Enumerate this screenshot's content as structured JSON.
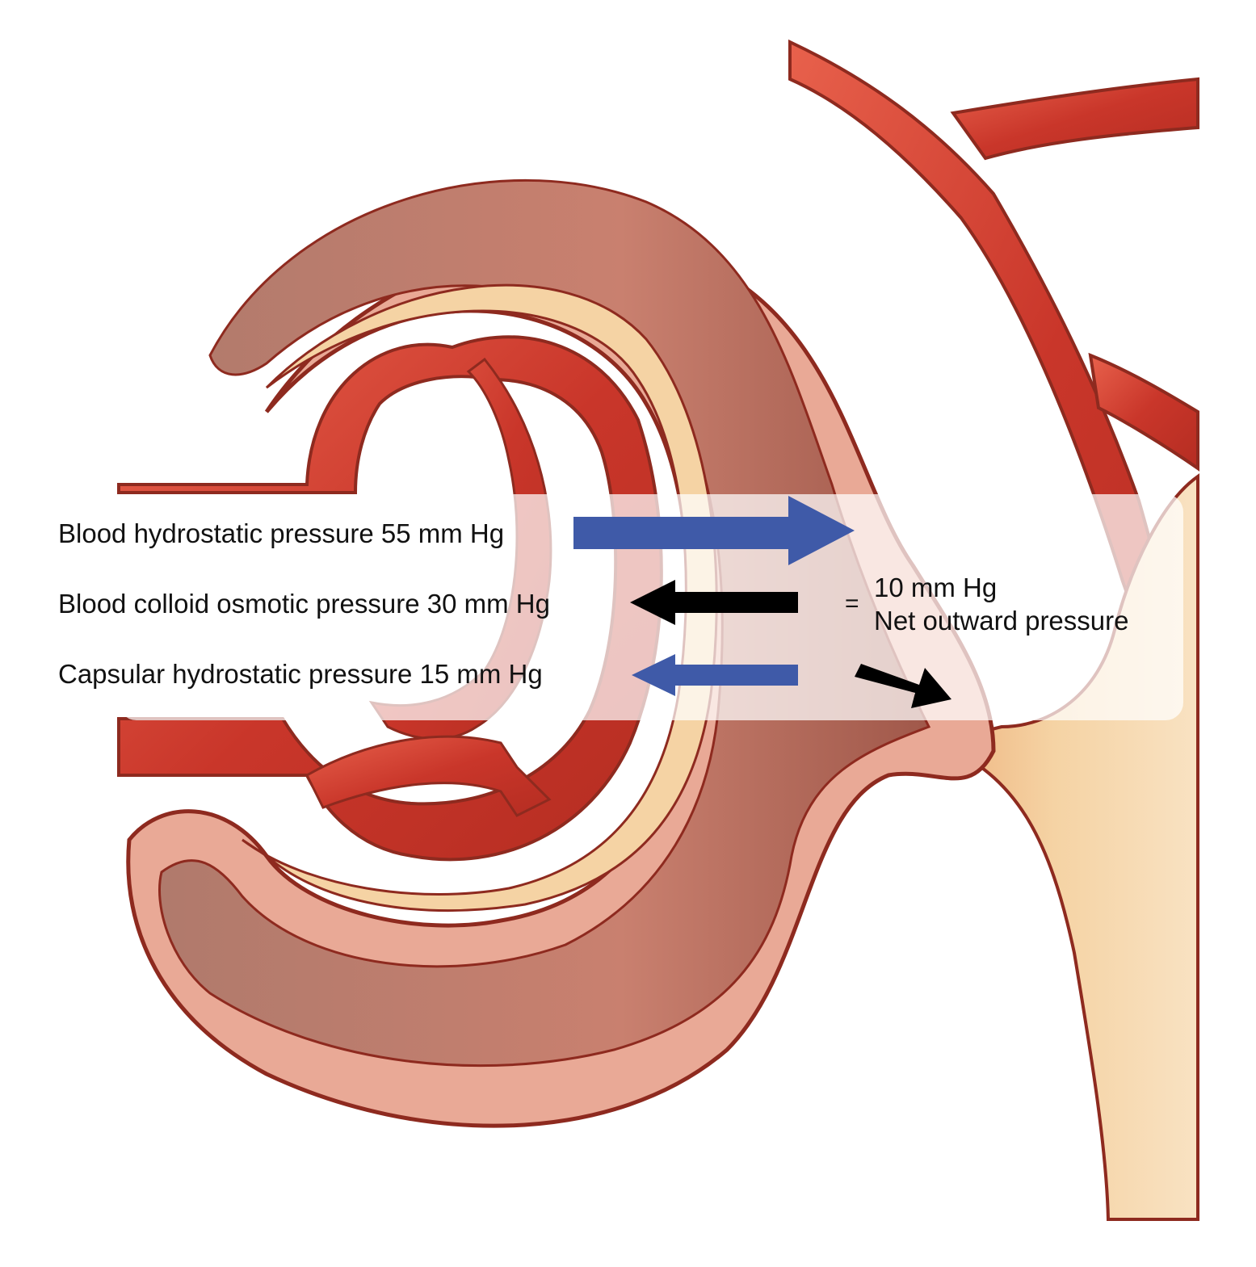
{
  "labels": {
    "blood_hydrostatic": "Blood hydrostatic pressure 55 mm Hg",
    "blood_colloid_osmotic": "Blood colloid osmotic pressure 30 mm Hg",
    "capsular_hydrostatic": "Capsular hydrostatic pressure 15 mm Hg",
    "equals": "=",
    "net_value": "10 mm Hg",
    "net_label": "Net outward pressure"
  },
  "pressures": [
    {
      "name": "Blood hydrostatic pressure",
      "value": 55,
      "unit": "mm Hg",
      "direction": "outward",
      "color": "#3f5aa8"
    },
    {
      "name": "Blood colloid osmotic pressure",
      "value": 30,
      "unit": "mm Hg",
      "direction": "inward",
      "color": "#000000"
    },
    {
      "name": "Capsular hydrostatic pressure",
      "value": 15,
      "unit": "mm Hg",
      "direction": "inward",
      "color": "#3f5aa8"
    }
  ],
  "net": {
    "value": 10,
    "unit": "mm Hg"
  },
  "colors": {
    "vessel": "#c9362a",
    "vessel_highlight": "#e8614c",
    "vessel_outline": "#8e2a1f",
    "capsule_outer": "#e9a996",
    "capsule_cavity": "#b87c6c",
    "tubule": "#f5d3a4",
    "tubule_dark": "#eeb37e",
    "band": "#ffffff",
    "arrow_blue": "#3f5aa8",
    "arrow_black": "#000000"
  }
}
